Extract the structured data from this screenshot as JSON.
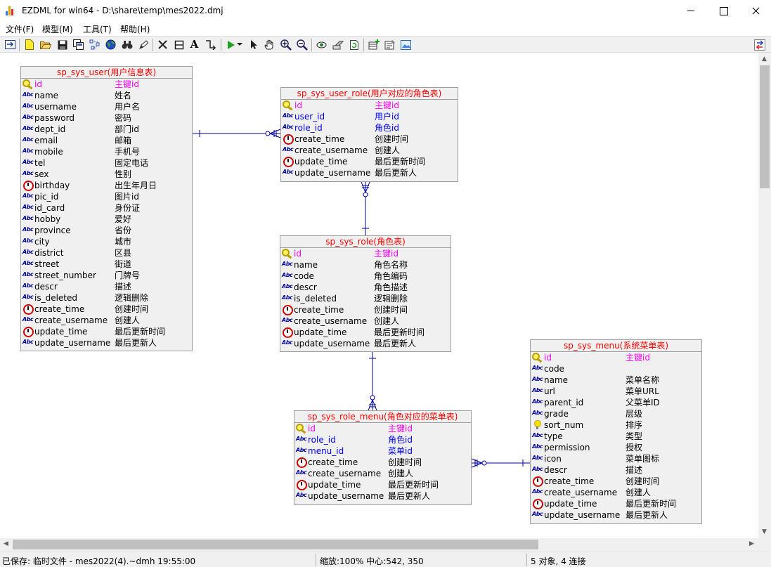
{
  "window": {
    "title": "EZDML for win64 - D:\\share\\temp\\mes2022.dmj"
  },
  "menu": [
    "文件(F)",
    "模型(M)",
    "工具(T)",
    "帮助(H)"
  ],
  "toolbar": {
    "icons": [
      "model-tree-icon",
      "new-icon",
      "open-icon",
      "save-icon",
      "save-as-icon",
      "layout-icon",
      "globe-icon",
      "find-icon",
      "edit-icon",
      "delete-icon",
      "table-icon",
      "text-icon",
      "link-icon",
      "run-icon",
      "dropdown-icon",
      "select-pointer-icon",
      "pan-hand-icon",
      "zoom-in-icon",
      "zoom-out-icon",
      "view-icon",
      "export-icon",
      "refresh-icon",
      "add-table-icon",
      "properties-icon",
      "image-icon",
      "switch-icon"
    ]
  },
  "entities": {
    "sys_user": {
      "title": "sp_sys_user(用户信息表)",
      "fields": [
        {
          "name": "id",
          "caption": "主键id",
          "icon": "key",
          "kind": "pk"
        },
        {
          "name": "name",
          "caption": "姓名",
          "icon": "abc",
          "kind": ""
        },
        {
          "name": "username",
          "caption": "用户名",
          "icon": "abc",
          "kind": ""
        },
        {
          "name": "password",
          "caption": "密码",
          "icon": "abc",
          "kind": ""
        },
        {
          "name": "dept_id",
          "caption": "部门id",
          "icon": "abc",
          "kind": ""
        },
        {
          "name": "email",
          "caption": "邮箱",
          "icon": "abc",
          "kind": ""
        },
        {
          "name": "mobile",
          "caption": "手机号",
          "icon": "abc",
          "kind": ""
        },
        {
          "name": "tel",
          "caption": "固定电话",
          "icon": "abc",
          "kind": ""
        },
        {
          "name": "sex",
          "caption": "性别",
          "icon": "abc",
          "kind": ""
        },
        {
          "name": "birthday",
          "caption": "出生年月日",
          "icon": "clock",
          "kind": ""
        },
        {
          "name": "pic_id",
          "caption": "图片id",
          "icon": "abc",
          "kind": ""
        },
        {
          "name": "id_card",
          "caption": "身份证",
          "icon": "abc",
          "kind": ""
        },
        {
          "name": "hobby",
          "caption": "爱好",
          "icon": "abc",
          "kind": ""
        },
        {
          "name": "province",
          "caption": "省份",
          "icon": "abc",
          "kind": ""
        },
        {
          "name": "city",
          "caption": "城市",
          "icon": "abc",
          "kind": ""
        },
        {
          "name": "district",
          "caption": "区县",
          "icon": "abc",
          "kind": ""
        },
        {
          "name": "street",
          "caption": "街道",
          "icon": "abc",
          "kind": ""
        },
        {
          "name": "street_number",
          "caption": "门牌号",
          "icon": "abc",
          "kind": ""
        },
        {
          "name": "descr",
          "caption": "描述",
          "icon": "abc",
          "kind": ""
        },
        {
          "name": "is_deleted",
          "caption": "逻辑删除",
          "icon": "abc",
          "kind": ""
        },
        {
          "name": "create_time",
          "caption": "创建时间",
          "icon": "clock",
          "kind": ""
        },
        {
          "name": "create_username",
          "caption": "创建人",
          "icon": "abc",
          "kind": ""
        },
        {
          "name": "update_time",
          "caption": "最后更新时间",
          "icon": "clock",
          "kind": ""
        },
        {
          "name": "update_username",
          "caption": "最后更新人",
          "icon": "abc",
          "kind": ""
        }
      ]
    },
    "sys_user_role": {
      "title": "sp_sys_user_role(用户对应的角色表)",
      "fields": [
        {
          "name": "id",
          "caption": "主键id",
          "icon": "key",
          "kind": "pk"
        },
        {
          "name": "user_id",
          "caption": "用户id",
          "icon": "abc",
          "kind": "fk"
        },
        {
          "name": "role_id",
          "caption": "角色id",
          "icon": "abc",
          "kind": "fk"
        },
        {
          "name": "create_time",
          "caption": "创建时间",
          "icon": "clock",
          "kind": ""
        },
        {
          "name": "create_username",
          "caption": "创建人",
          "icon": "abc",
          "kind": ""
        },
        {
          "name": "update_time",
          "caption": "最后更新时间",
          "icon": "clock",
          "kind": ""
        },
        {
          "name": "update_username",
          "caption": "最后更新人",
          "icon": "abc",
          "kind": ""
        }
      ]
    },
    "sys_role": {
      "title": "sp_sys_role(角色表)",
      "fields": [
        {
          "name": "id",
          "caption": "主键id",
          "icon": "key",
          "kind": "pk"
        },
        {
          "name": "name",
          "caption": "角色名称",
          "icon": "abc",
          "kind": ""
        },
        {
          "name": "code",
          "caption": "角色编码",
          "icon": "abc",
          "kind": ""
        },
        {
          "name": "descr",
          "caption": "角色描述",
          "icon": "abc",
          "kind": ""
        },
        {
          "name": "is_deleted",
          "caption": "逻辑删除",
          "icon": "abc",
          "kind": ""
        },
        {
          "name": "create_time",
          "caption": "创建时间",
          "icon": "clock",
          "kind": ""
        },
        {
          "name": "create_username",
          "caption": "创建人",
          "icon": "abc",
          "kind": ""
        },
        {
          "name": "update_time",
          "caption": "最后更新时间",
          "icon": "clock",
          "kind": ""
        },
        {
          "name": "update_username",
          "caption": "最后更新人",
          "icon": "abc",
          "kind": ""
        }
      ]
    },
    "sys_role_menu": {
      "title": "sp_sys_role_menu(角色对应的菜单表)",
      "fields": [
        {
          "name": "id",
          "caption": "主键id",
          "icon": "key",
          "kind": "pk"
        },
        {
          "name": "role_id",
          "caption": "角色id",
          "icon": "abc",
          "kind": "fk"
        },
        {
          "name": "menu_id",
          "caption": "菜单id",
          "icon": "abc",
          "kind": "fk"
        },
        {
          "name": "create_time",
          "caption": "创建时间",
          "icon": "clock",
          "kind": ""
        },
        {
          "name": "create_username",
          "caption": "创建人",
          "icon": "abc",
          "kind": ""
        },
        {
          "name": "update_time",
          "caption": "最后更新时间",
          "icon": "clock",
          "kind": ""
        },
        {
          "name": "update_username",
          "caption": "最后更新人",
          "icon": "abc",
          "kind": ""
        }
      ]
    },
    "sys_menu": {
      "title": "sp_sys_menu(系统菜单表)",
      "fields": [
        {
          "name": "id",
          "caption": "主键id",
          "icon": "key",
          "kind": "pk"
        },
        {
          "name": "code",
          "caption": "",
          "icon": "abc",
          "kind": ""
        },
        {
          "name": "name",
          "caption": "菜单名称",
          "icon": "abc",
          "kind": ""
        },
        {
          "name": "url",
          "caption": "菜单URL",
          "icon": "abc",
          "kind": ""
        },
        {
          "name": "parent_id",
          "caption": "父菜单ID",
          "icon": "abc",
          "kind": ""
        },
        {
          "name": "grade",
          "caption": "层级",
          "icon": "abc",
          "kind": ""
        },
        {
          "name": "sort_num",
          "caption": "排序",
          "icon": "bulb",
          "kind": ""
        },
        {
          "name": "type",
          "caption": "类型",
          "icon": "abc",
          "kind": ""
        },
        {
          "name": "permission",
          "caption": "授权",
          "icon": "abc",
          "kind": ""
        },
        {
          "name": "icon",
          "caption": "菜单图标",
          "icon": "abc",
          "kind": ""
        },
        {
          "name": "descr",
          "caption": "描述",
          "icon": "abc",
          "kind": ""
        },
        {
          "name": "create_time",
          "caption": "创建时间",
          "icon": "clock",
          "kind": ""
        },
        {
          "name": "create_username",
          "caption": "创建人",
          "icon": "abc",
          "kind": ""
        },
        {
          "name": "update_time",
          "caption": "最后更新时间",
          "icon": "clock",
          "kind": ""
        },
        {
          "name": "update_username",
          "caption": "最后更新人",
          "icon": "abc",
          "kind": ""
        }
      ]
    }
  },
  "status": {
    "saved": "已保存: 临时文件 - mes2022(4).~dmh 19:55:00",
    "zoom": "缩放:100% 中心:542, 350",
    "counts": "5 对象, 4 连接"
  },
  "colors": {
    "title_red": "#ff0000",
    "pk_magenta": "#ff00ff",
    "fk_blue": "#0000ff",
    "link_blue": "#0000a0"
  }
}
